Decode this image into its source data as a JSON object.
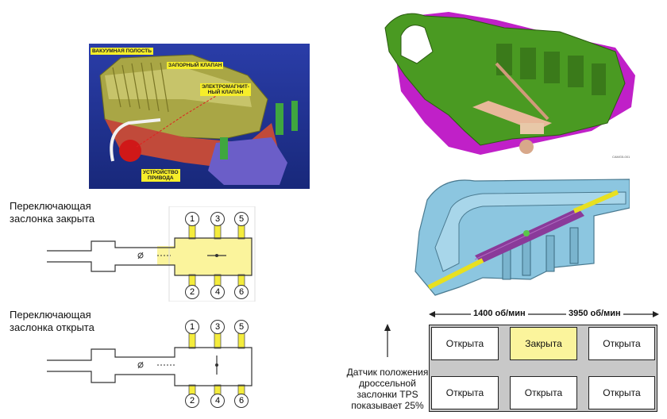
{
  "photo_tags": {
    "vacuum": "ВАКУУМНАЯ ПОЛОСТЬ",
    "shutoff": "ЗАПОРНЫЙ КЛАПАН",
    "solenoid_line1": "ЭЛЕКТРОМАГНИТ-",
    "solenoid_line2": "НЫЙ КЛАПАН",
    "actuator_line1": "УСТРОЙСТВО",
    "actuator_line2": "ПРИВОДА"
  },
  "render_caption": "CAMG5-001",
  "flap_closed": {
    "line1": "Переключающая",
    "line2": "заслонка закрыта",
    "ports_top": [
      "1",
      "3",
      "5"
    ],
    "ports_bottom": [
      "2",
      "4",
      "6"
    ]
  },
  "flap_open": {
    "line1": "Переключающая",
    "line2": "заслонка открыта",
    "ports_top": [
      "1",
      "3",
      "5"
    ],
    "ports_bottom": [
      "2",
      "4",
      "6"
    ]
  },
  "rpm": {
    "low": "1400 об/мин",
    "high": "3950 об/мин"
  },
  "grid": {
    "top_row": [
      "Открыта",
      "Закрыта",
      "Открыта"
    ],
    "bottom_row": [
      "Открыта",
      "Открыта",
      "Открыта"
    ]
  },
  "tps": {
    "line1": "Датчик положения",
    "line2": "дроссельной",
    "line3": "заслонки TPS",
    "line4": "показывает 25%"
  },
  "colors": {
    "yellow": "#f4ec3c",
    "pale_yellow": "#fbf49c",
    "green": "#3f8f1f",
    "magenta": "#c020c8",
    "blue_photo": "#1d2d8c",
    "light_blue": "#8cc6e0",
    "grey_band": "#c8c8c8"
  }
}
